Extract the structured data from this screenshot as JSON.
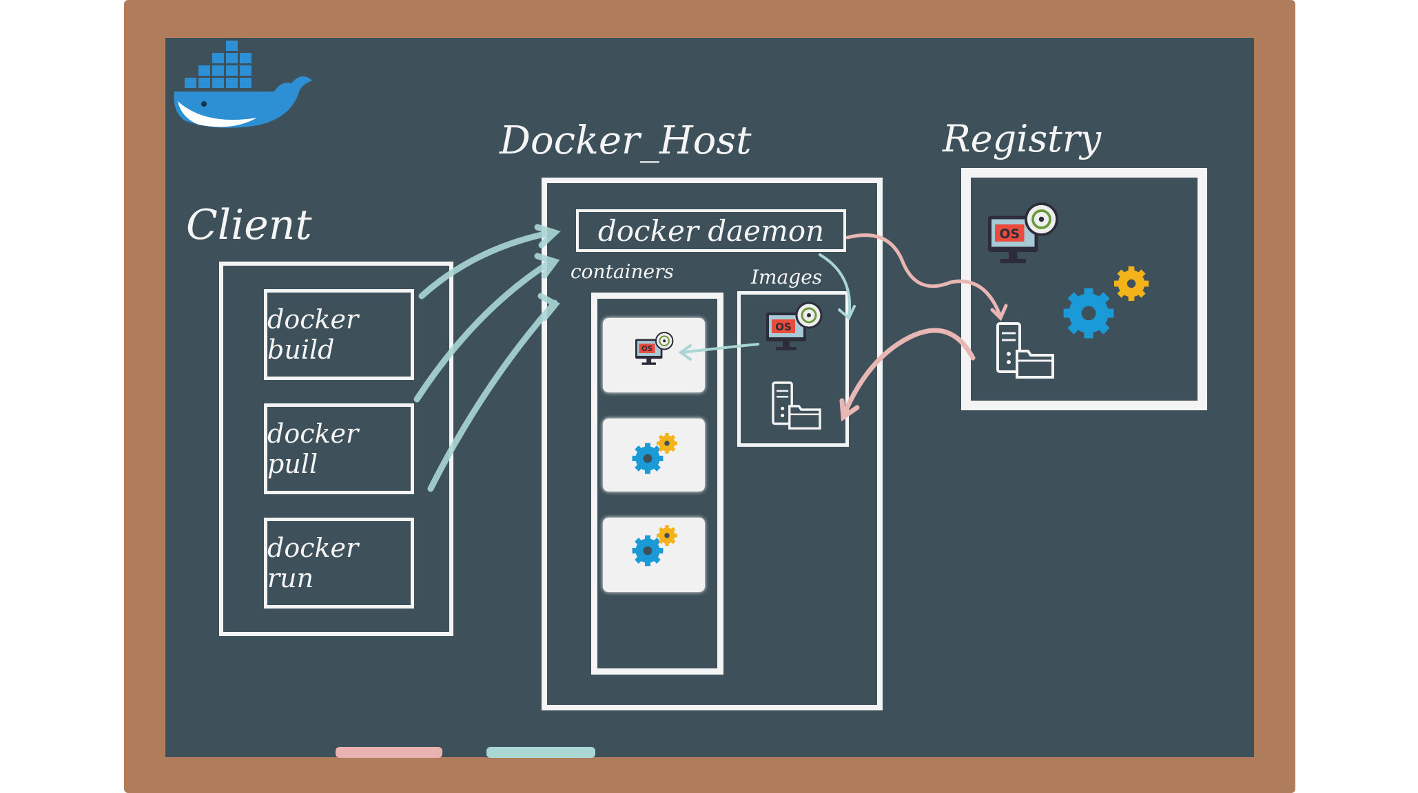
{
  "labels": {
    "client": "Client",
    "docker_host": "Docker_Host",
    "registry": "Registry",
    "containers": "containers",
    "images": "Images",
    "daemon": "docker daemon",
    "os_text": "OS"
  },
  "client_commands": [
    "docker build",
    "docker pull",
    "docker run"
  ],
  "colors": {
    "board": "#3e515a",
    "frame": "#b07d5c",
    "chalk": "#f4f4f4",
    "arrow_client": "#a9d6d4",
    "arrow_registry": "#e9b7b3",
    "chalk_pink": "#e8b3b0",
    "chalk_teal": "#a9d7d3",
    "gear_blue": "#1a9bd7",
    "gear_yellow": "#f4b31a",
    "whale": "#2d8fd4"
  },
  "icons": [
    "docker-whale-icon",
    "os-disc-icon",
    "gears-icon",
    "server-folder-icon"
  ]
}
